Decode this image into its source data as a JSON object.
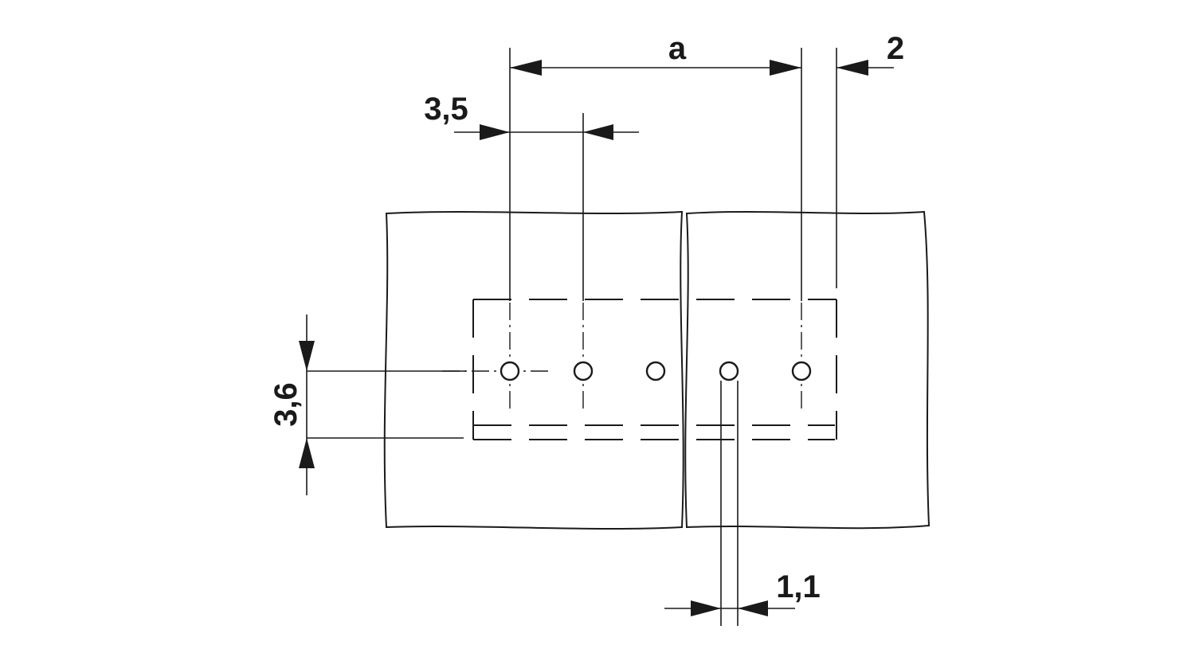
{
  "drawing": {
    "dimensions": {
      "a": "a",
      "offset": "2",
      "pitch": "3,5",
      "row_offset": "3,6",
      "hole_diameter": "1,1"
    },
    "colors": {
      "line": "#1a1a1a",
      "background": "#ffffff"
    }
  }
}
